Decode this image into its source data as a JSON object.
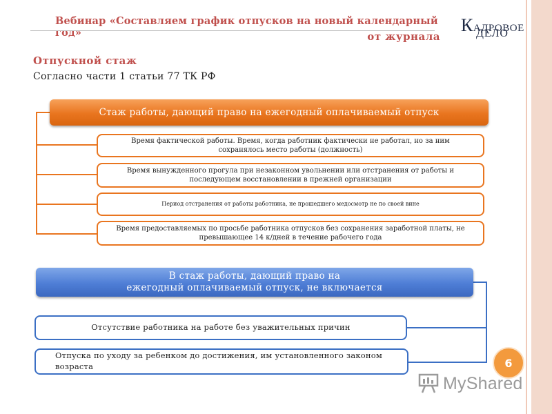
{
  "header": {
    "title": "Вебинар «Составляем график отпусков на новый календарный год»",
    "subtitle": "от журнала",
    "logo_line1_first": "К",
    "logo_line1_rest": "АДРОВОЕ",
    "logo_line2": "ДЕЛО"
  },
  "section": {
    "title": "Отпускной стаж",
    "subtitle": "Согласно части 1 статьи 77 ТК РФ"
  },
  "included": {
    "header": "Стаж работы, дающий право на ежегодный оплачиваемый отпуск",
    "items": [
      "Время фактической работы. Время, когда работник фактически не работал, но за ним сохранялось место работы (должность)",
      "Время вынужденного прогула при незаконном увольнении или отстранения от работы и последующем восстановлении в прежней организации",
      "Период отстранения от работы работника, не прошедшего медосмотр не по своей вине",
      "Время предоставляемых по просьбе работника отпусков без сохранения заработной платы, не превышающее 14 к/дней в течение рабочего года"
    ]
  },
  "excluded": {
    "header_line1": "В стаж работы, дающий право на",
    "header_line2": "ежегодный оплачиваемый отпуск, не включается",
    "items": [
      "Отсутствие работника на работе без уважительных причин",
      "Отпуска по уходу за ребенком до достижения, им установленного законом возраста"
    ]
  },
  "page_number": "6",
  "watermark": "MyShared",
  "colors": {
    "accent_red": "#c0504d",
    "orange": "#e9751f",
    "blue": "#3b6fc4",
    "badge": "#f39a3d"
  }
}
